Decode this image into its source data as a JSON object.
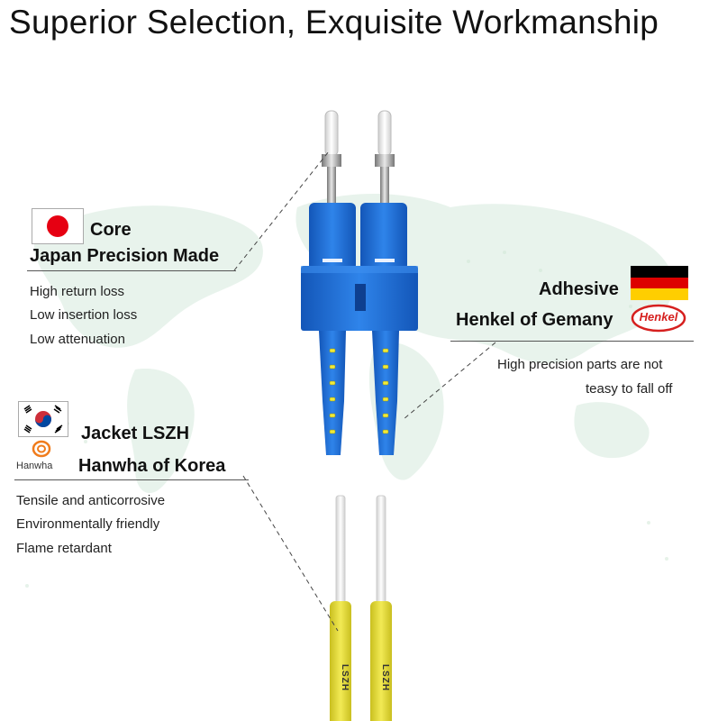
{
  "headline": "Superior Selection, Exquisite Workmanship",
  "core": {
    "title": "Core",
    "subtitle": "Japan Precision Made",
    "features": [
      "High return loss",
      "Low insertion loss",
      "Low attenuation"
    ]
  },
  "adhesive": {
    "title": "Adhesive",
    "subtitle": "Henkel of Gemany",
    "brand_logo_text": "Henkel",
    "features": [
      "High precision parts are not",
      "teasy to fall off"
    ]
  },
  "jacket": {
    "title": "Jacket LSZH",
    "subtitle": "Hanwha of Korea",
    "brand_logo_text": "Hanwha",
    "features": [
      "Tensile and anticorrosive",
      "Environmentally friendly",
      "Flame retardant"
    ]
  },
  "cable_print": [
    "LSZH",
    "LSZH"
  ],
  "colors": {
    "connector_blue": "#1f6fd6",
    "boot_yellow": "#e8e23c",
    "cable_yellow": "#eadf3a",
    "henkel_red": "#d6201f",
    "japan_red": "#e60012"
  }
}
